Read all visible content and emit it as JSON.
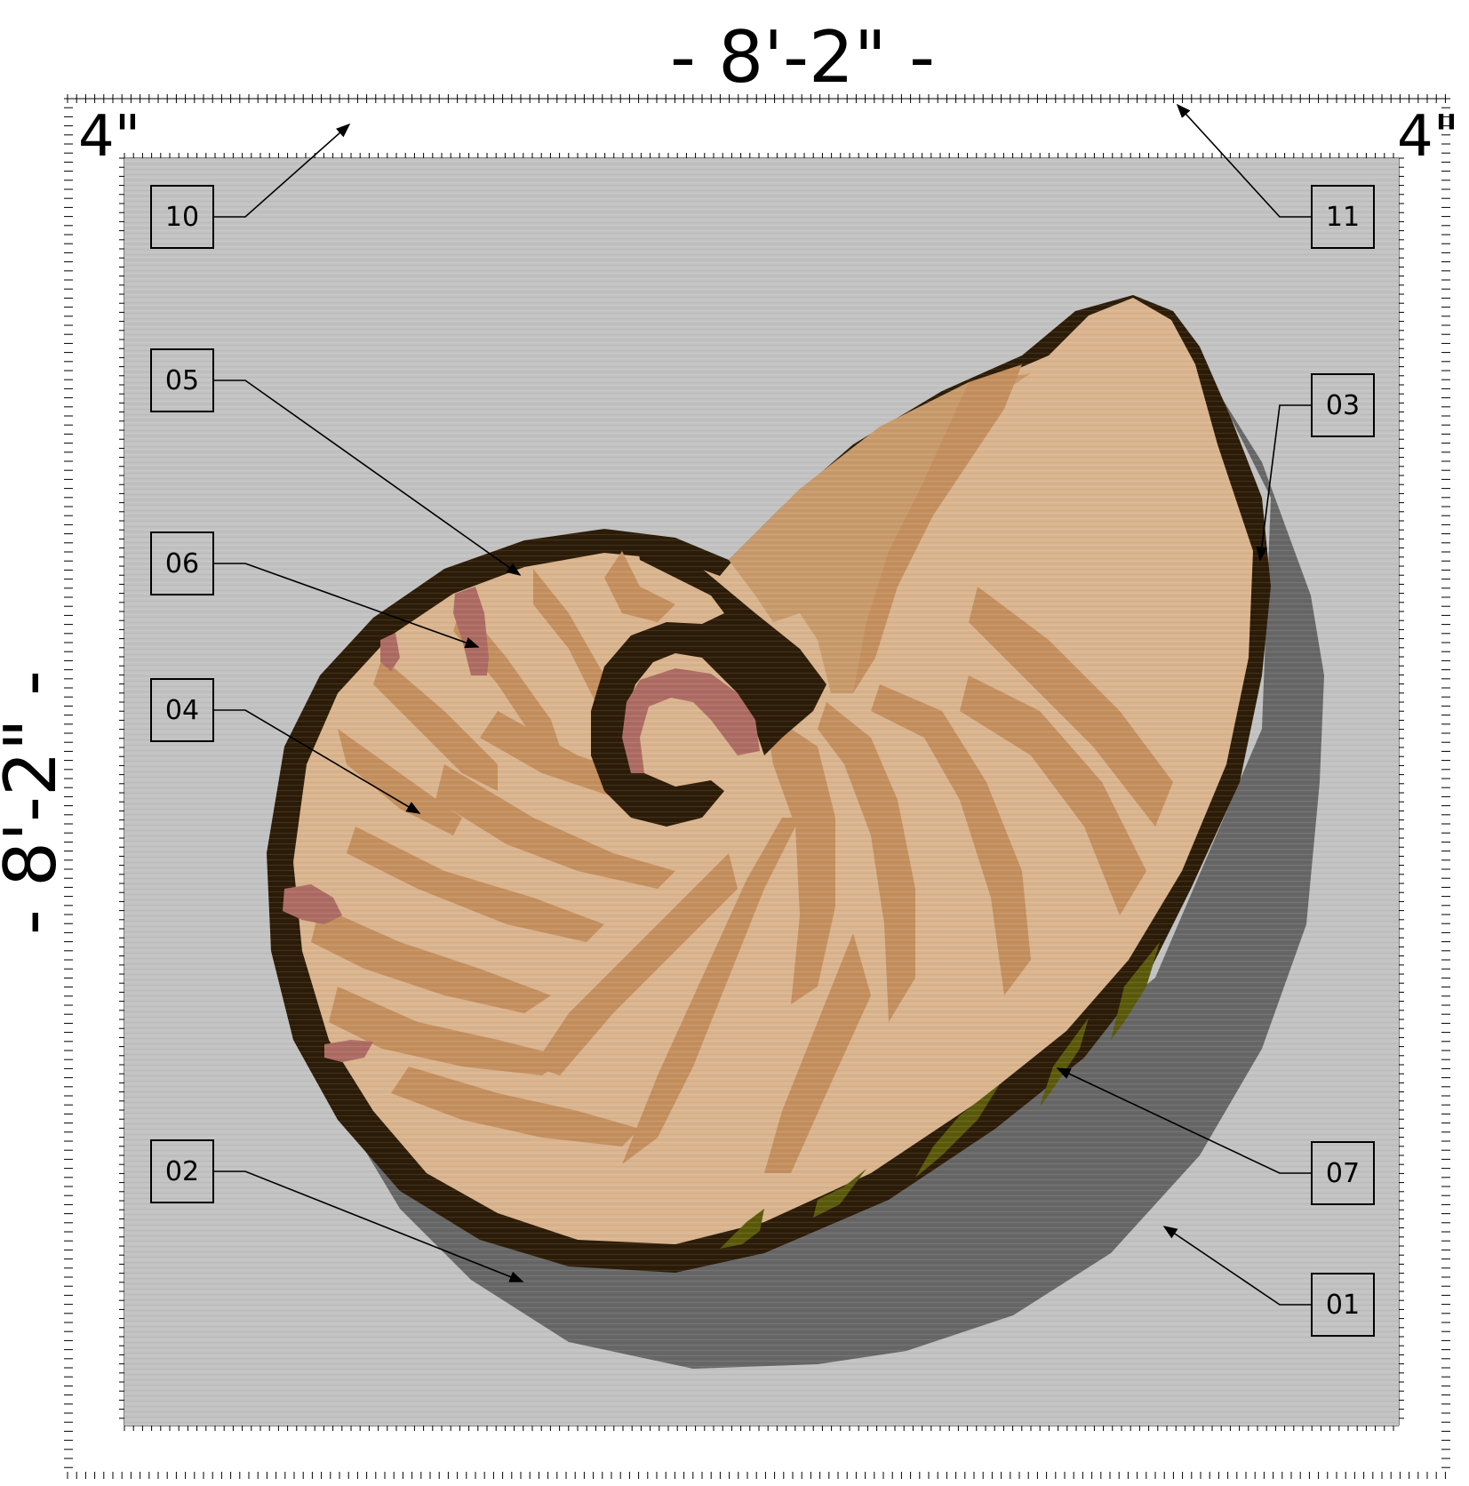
{
  "dimensions": {
    "overall_width": "- 8'-2\" -",
    "overall_height": "- 8'-2\" -",
    "border_left": "4\"",
    "border_right": "4\""
  },
  "colors": {
    "background_field": "#c2c2c2",
    "shadow": "#676767",
    "shell_light": "#dab48e",
    "shell_stripe": "#c48f5e",
    "shell_outline": "#2c1c08",
    "pink_accent": "#ad6b63",
    "green_accent": "#5b5a0b"
  },
  "callouts": [
    {
      "id": "01",
      "label": "01"
    },
    {
      "id": "02",
      "label": "02"
    },
    {
      "id": "03",
      "label": "03"
    },
    {
      "id": "04",
      "label": "04"
    },
    {
      "id": "05",
      "label": "05"
    },
    {
      "id": "06",
      "label": "06"
    },
    {
      "id": "07",
      "label": "07"
    },
    {
      "id": "10",
      "label": "10"
    },
    {
      "id": "11",
      "label": "11"
    }
  ]
}
